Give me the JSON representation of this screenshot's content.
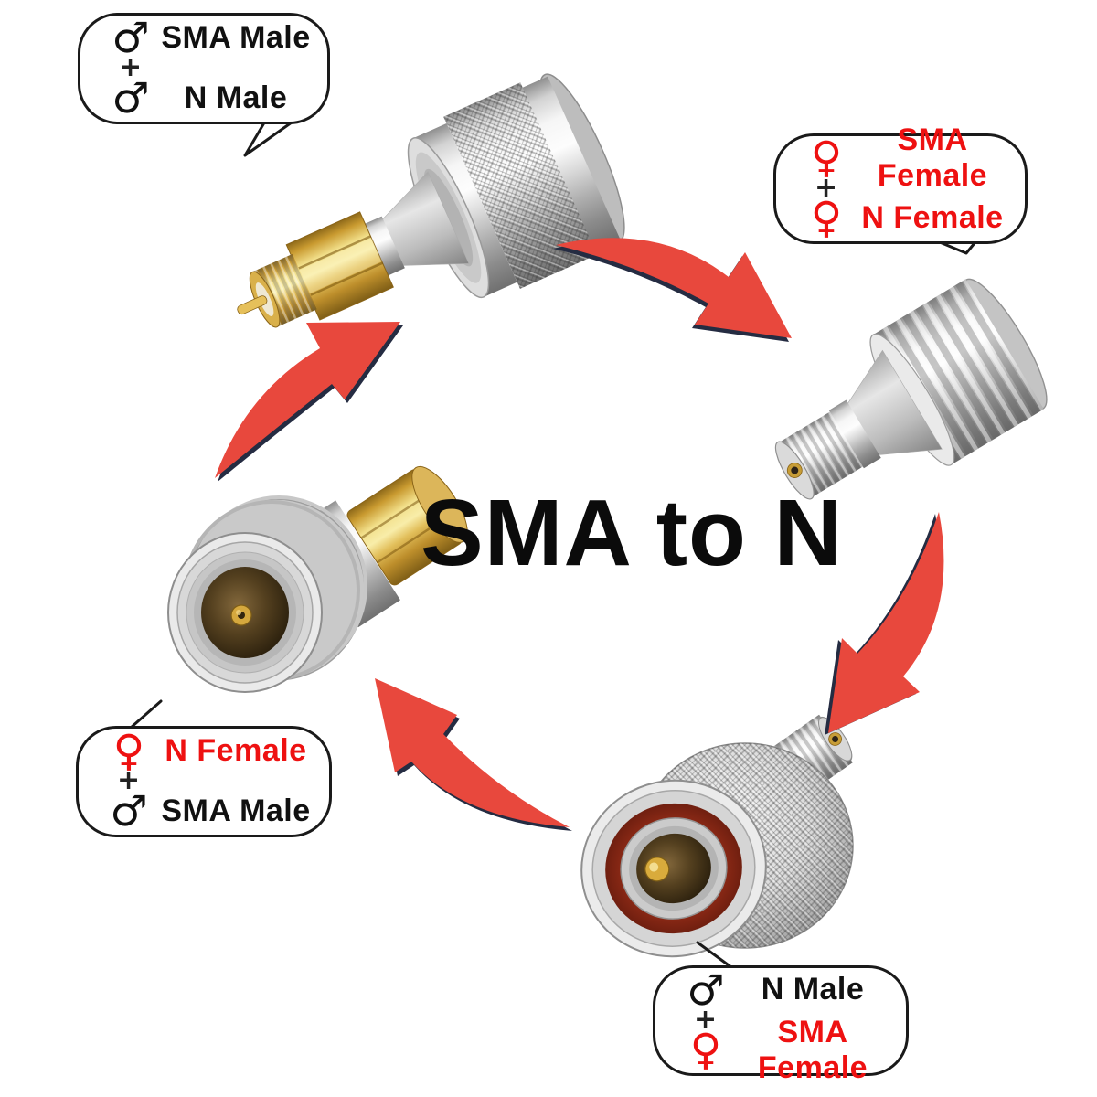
{
  "title": "SMA to N",
  "colors": {
    "arrow_red": "#E8483D",
    "arrow_edge": "#252C42",
    "red_text": "#EE1111",
    "black_text": "#111111",
    "gold": "#D8B54A",
    "silver": "#C8C8C8",
    "background": "#FFFFFF"
  },
  "callouts": {
    "top_left": {
      "plus": "+",
      "rows": [
        {
          "symbol": "♂",
          "gender": "male",
          "label": "SMA Male"
        },
        {
          "symbol": "♂",
          "gender": "male",
          "label": "N Male"
        }
      ]
    },
    "top_right": {
      "plus": "+",
      "rows": [
        {
          "symbol": "♀",
          "gender": "female",
          "label": "SMA Female"
        },
        {
          "symbol": "♀",
          "gender": "female",
          "label": "N Female"
        }
      ]
    },
    "bottom_left": {
      "plus": "+",
      "rows": [
        {
          "symbol": "♀",
          "gender": "female",
          "label": "N Female"
        },
        {
          "symbol": "♂",
          "gender": "male",
          "label": "SMA Male"
        }
      ]
    },
    "bottom": {
      "plus": "+",
      "rows": [
        {
          "symbol": "♂",
          "gender": "male",
          "label": "N Male"
        },
        {
          "symbol": "♀",
          "gender": "female",
          "label": "SMA Female"
        }
      ]
    }
  }
}
